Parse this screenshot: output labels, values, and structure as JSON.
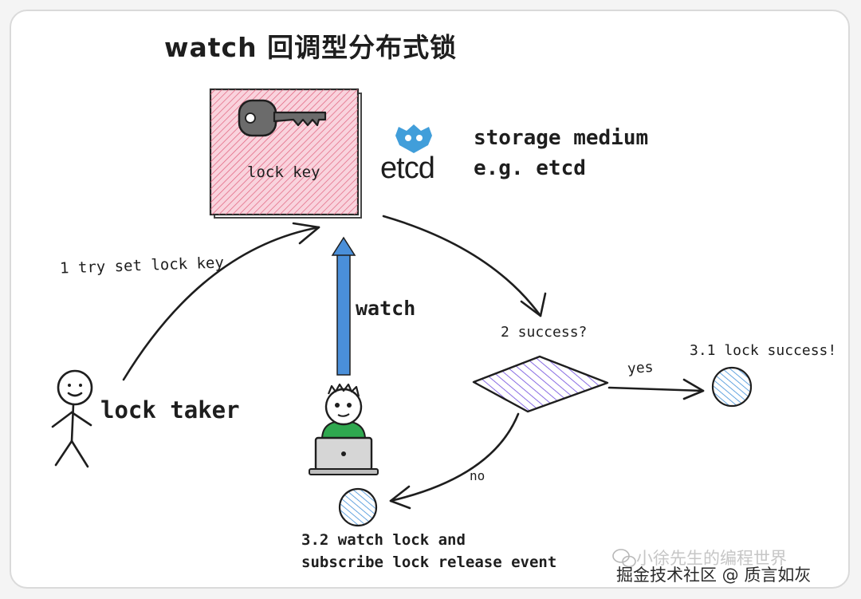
{
  "title": "watch 回调型分布式锁",
  "lock_box": {
    "label": "lock key"
  },
  "etcd": {
    "logo_text": "etcd",
    "line1": "storage medium",
    "line2": "e.g. etcd"
  },
  "edges": {
    "try_set": "1 try set lock key",
    "watch": "watch",
    "yes": "yes",
    "no": "no"
  },
  "nodes": {
    "lock_taker": "lock taker",
    "success_q": "2 success?",
    "lock_success": "3.1 lock success!",
    "watch_lock_line1": "3.2 watch lock and",
    "watch_lock_line2": "subscribe lock release event"
  },
  "watermark": {
    "line1": "小徐先生的编程世界",
    "line2": "掘金技术社区 @ 质言如灰"
  },
  "colors": {
    "lock_fill": "#f6c6d3",
    "lock_hatch": "#e0607c",
    "watch_arrow": "#4a8fd9",
    "diamond_hatch": "#7b5be0",
    "circle_hatch": "#3f8fd8",
    "etcd_blue": "#419eda",
    "person_shirt": "#2fa84f"
  }
}
